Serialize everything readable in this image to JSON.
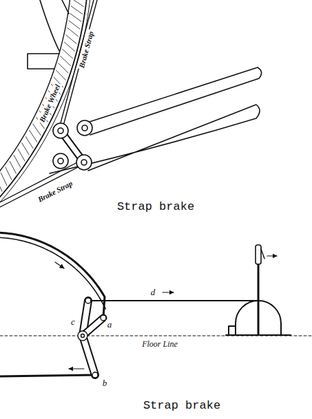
{
  "diagram": {
    "labels": [
      "Brake Strap",
      "Brake Wheel",
      "Brake Strap",
      "Strap brake",
      "c",
      "d",
      "a",
      "b",
      "Floor Line",
      "Strap brake"
    ]
  }
}
